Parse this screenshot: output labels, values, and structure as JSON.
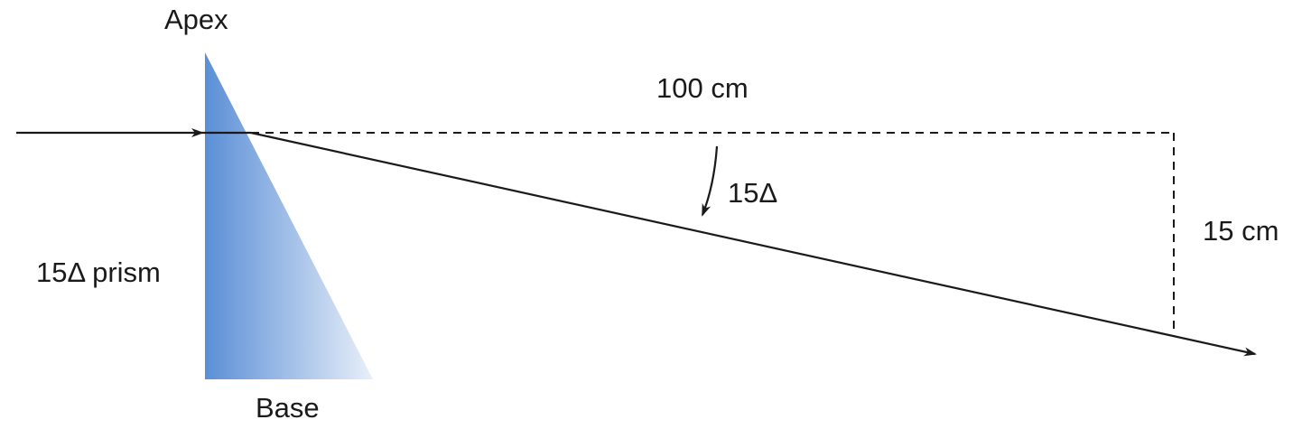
{
  "labels": {
    "apex": "Apex",
    "base": "Base",
    "prism": "15Δ prism",
    "distance": "100 cm",
    "deviation_angle": "15Δ",
    "displacement": "15 cm"
  },
  "colors": {
    "prism_top": "#5b8fd6",
    "prism_fade": "#e8eff9",
    "line": "#1a1a1a"
  }
}
